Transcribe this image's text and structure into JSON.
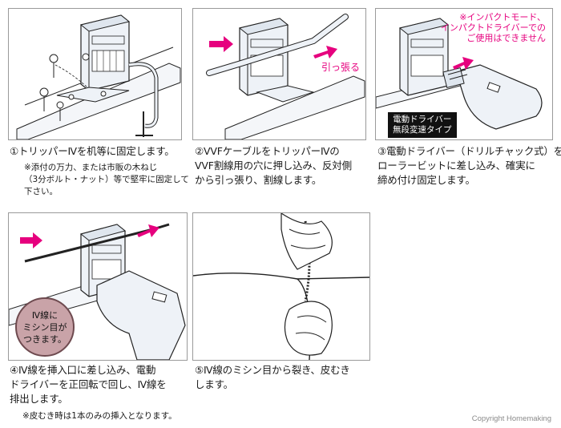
{
  "panels": [
    {
      "id": 1,
      "caption": [
        "①トリッパーⅣを机等に固定します。"
      ],
      "notes": [
        "※添付の万力、または市販の木ねじ",
        "（3分ボルト・ナット）等で堅牢に固定して",
        "下さい。"
      ]
    },
    {
      "id": 2,
      "caption": [
        "②VVFケーブルをトリッパーⅣの",
        "VVF割線用の穴に押し込み、反対側",
        "から引っ張り、割線します。"
      ],
      "callout": "引っ張る"
    },
    {
      "id": 3,
      "caption": [
        "③電動ドライバー（ドリルチャック式）を",
        "ローラービットに差し込み、確実に",
        "締め付け固定します。"
      ],
      "warning": [
        "※インパクトモード、",
        "インパクトドライバーでの",
        "ご使用はできません"
      ],
      "label": [
        "電動ドライバー",
        "無段変速タイプ"
      ]
    },
    {
      "id": 4,
      "caption": [
        "④Ⅳ線を挿入口に差し込み、電動",
        "ドライバーを正回転で回し、Ⅳ線を",
        "排出します。"
      ],
      "notes": [
        "※皮むき時は1本のみの挿入となります。"
      ],
      "bubble": [
        "Ⅳ線に",
        "ミシン目が",
        "つきます。"
      ]
    },
    {
      "id": 5,
      "caption": [
        "⑤Ⅳ線のミシン目から裂き、皮むき",
        "します。"
      ]
    }
  ],
  "copyright": "Copyright Homemaking",
  "colors": {
    "accent": "#e6007e",
    "line": "#1a1a1a",
    "metal": "#eef2f7",
    "bubble": "#c9a3a8"
  }
}
